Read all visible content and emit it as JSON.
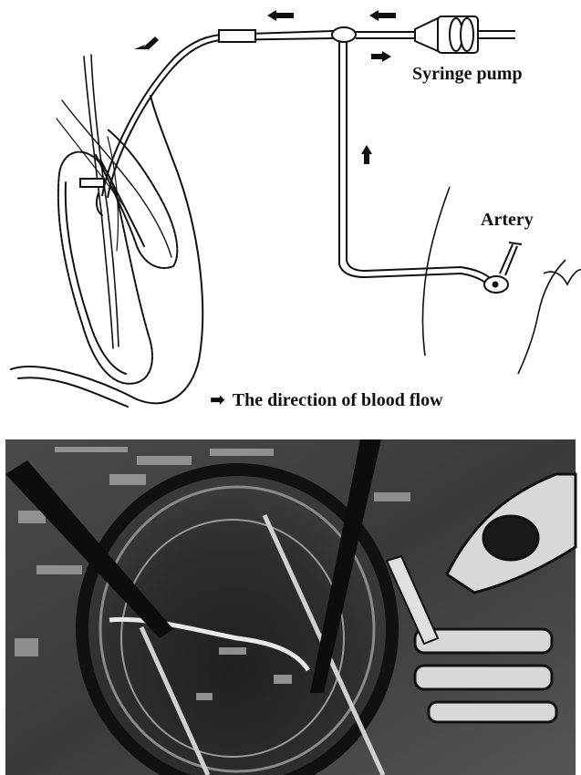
{
  "labels": {
    "syringe_pump": "Syringe pump",
    "artery": "Artery",
    "legend_text": "The direction of blood flow",
    "legend_arrow": "➡"
  },
  "colors": {
    "ink": "#111111",
    "background": "#ffffff",
    "photo_dark": "#1a1a1a",
    "photo_mid": "#6b6b6b",
    "photo_light": "#d9d9d9"
  },
  "icons": {
    "flow_arrow": "flow-arrow-icon",
    "syringe": "syringe-icon",
    "needle": "needle-icon"
  }
}
